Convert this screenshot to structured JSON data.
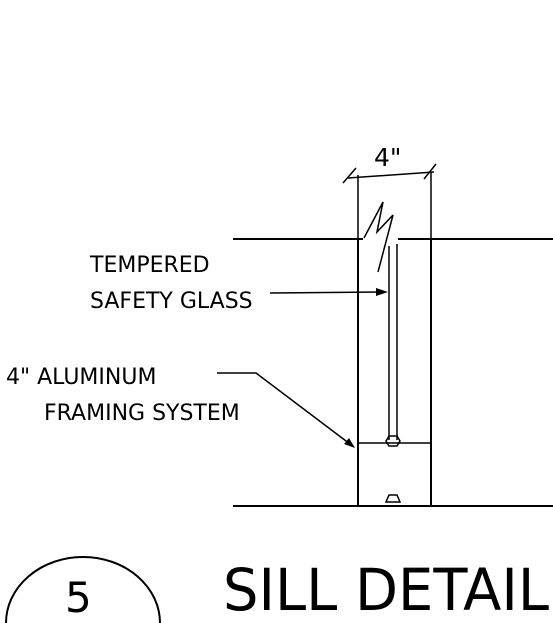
{
  "dimension": {
    "label": "4\""
  },
  "labels": {
    "glass_line1": "TEMPERED",
    "glass_line2": "SAFETY GLASS",
    "framing_line1": "4\" ALUMINUM",
    "framing_line2": "FRAMING SYSTEM"
  },
  "detail": {
    "number": "5",
    "title": "SILL DETAIL"
  }
}
